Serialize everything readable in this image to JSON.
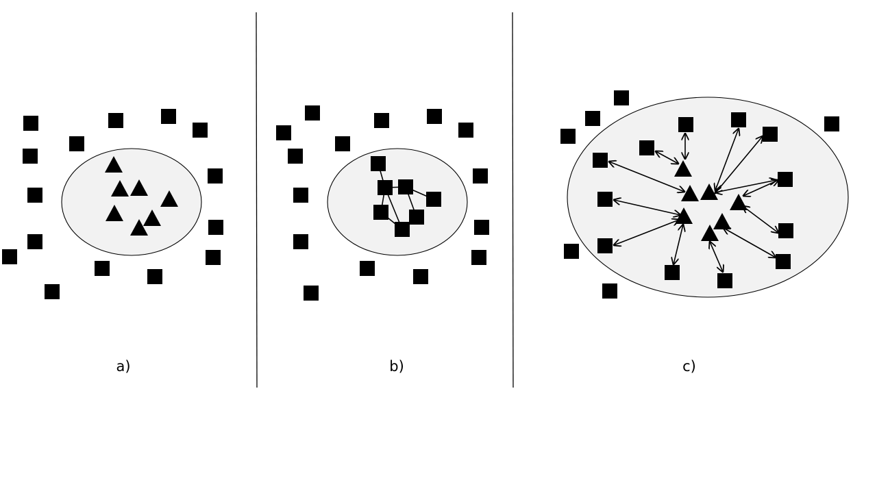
{
  "panels": [
    {
      "label": "a)"
    },
    {
      "label": "b)"
    },
    {
      "label": "c)"
    }
  ],
  "style": {
    "background": "#ffffff",
    "region_fill": "#f2f2f2",
    "region_stroke": "#000000",
    "shape_fill": "#000000",
    "divider_color": "#000000"
  },
  "legend_icons": [
    "square-marker-icon",
    "triangle-marker-icon",
    "double-arrow-icon"
  ]
}
